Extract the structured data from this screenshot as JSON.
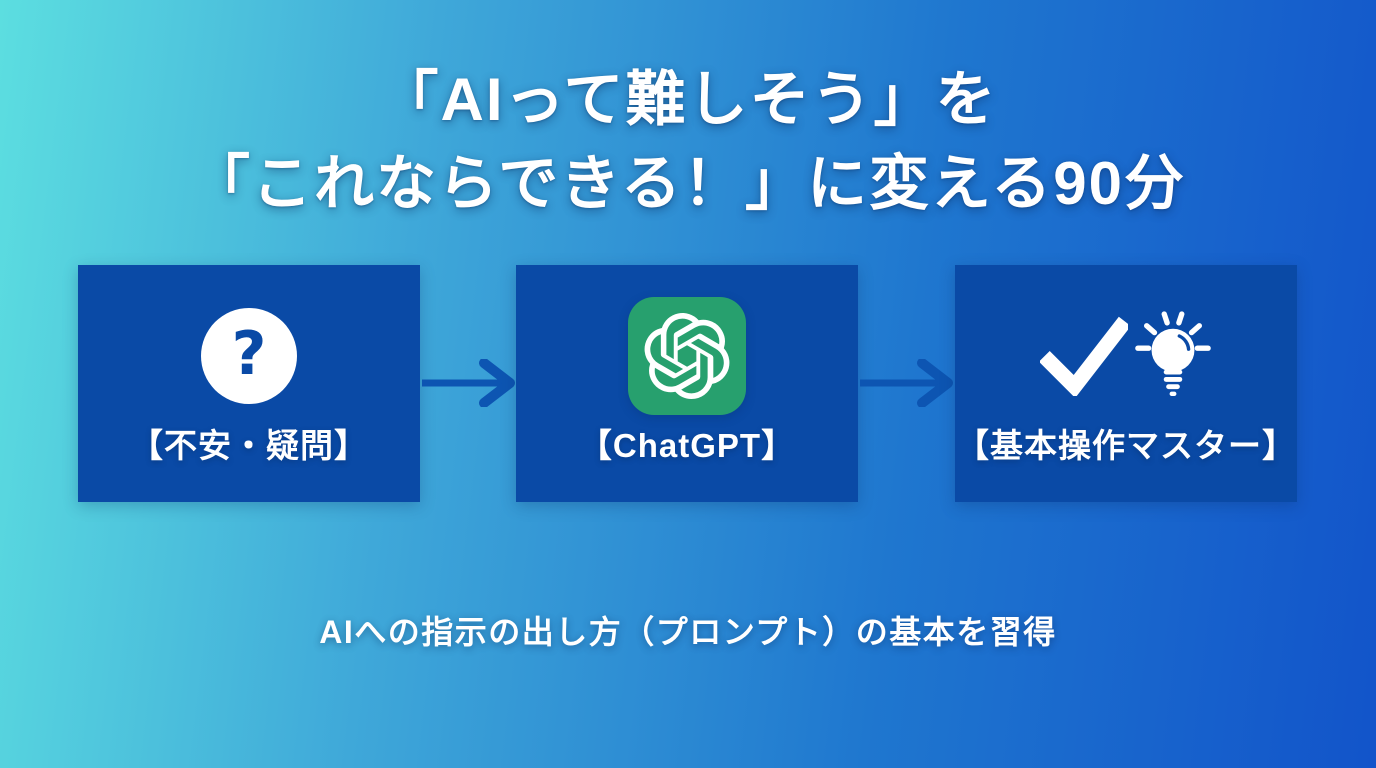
{
  "slide": {
    "title_line1": "「AIって難しそう」を",
    "title_line2": "「これならできる！」に変える90分",
    "caption": "AIへの指示の出し方（プロンプト）の基本を習得"
  },
  "flow": {
    "steps": [
      {
        "label": "【不安・疑問】",
        "icon": "question-mark-icon",
        "glyph": "?"
      },
      {
        "label": "【ChatGPT】",
        "icon": "chatgpt-logo-icon"
      },
      {
        "label": "【基本操作マスター】",
        "icon": "check-lightbulb-icon"
      }
    ],
    "arrow_icon": "arrow-right-icon"
  },
  "colors": {
    "background_gradient_start": "#5cdee0",
    "background_gradient_end": "#1254ca",
    "step_box_fill": "#0a4aa6",
    "arrow_blue": "#0d55b2",
    "chatgpt_green": "#27a06e",
    "text_white": "#ffffff"
  }
}
